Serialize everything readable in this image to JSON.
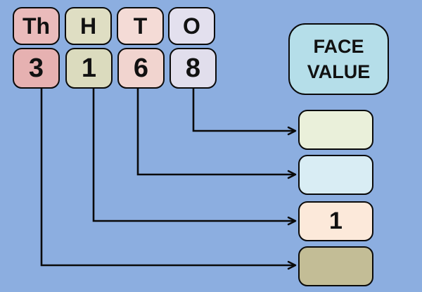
{
  "colors": {
    "background": "#8CAEE0",
    "outline": "#0A0A0A"
  },
  "place_value_table": {
    "number_shown": "3168",
    "columns": [
      {
        "label": "Th",
        "digit": "3",
        "label_fill": "#EABBBB",
        "digit_fill": "#E6B1B1"
      },
      {
        "label": "H",
        "digit": "1",
        "label_fill": "#DFDEC3",
        "digit_fill": "#DBDBBE"
      },
      {
        "label": "T",
        "digit": "6",
        "label_fill": "#F4DBD6",
        "digit_fill": "#F1D4CF"
      },
      {
        "label": "O",
        "digit": "8",
        "label_fill": "#E3E0EE",
        "digit_fill": "#E1DEEC"
      }
    ]
  },
  "face_value_card": {
    "label": "FACE VALUE",
    "fill": "#B5DEE9"
  },
  "answer_boxes": [
    {
      "for_digit": "8",
      "value": "",
      "fill": "#EAF0DA"
    },
    {
      "for_digit": "6",
      "value": "",
      "fill": "#D9EDF4"
    },
    {
      "for_digit": "1",
      "value": "1",
      "fill": "#FCE9DA"
    },
    {
      "for_digit": "3",
      "value": "",
      "fill": "#C3BD96"
    }
  ]
}
